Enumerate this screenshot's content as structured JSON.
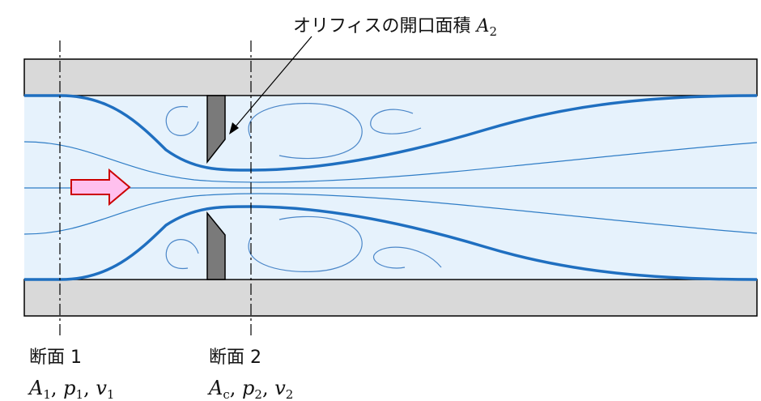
{
  "annotation": {
    "text": "オリフィスの開口面積 ",
    "symbol": "A",
    "subscript": "2"
  },
  "section1": {
    "label": "断面 1",
    "vars": [
      {
        "sym": "A",
        "sub": "1",
        "sep": ", "
      },
      {
        "sym": "p",
        "sub": "1",
        "sep": ", "
      },
      {
        "sym": "v",
        "sub": "1",
        "sep": ""
      }
    ]
  },
  "section2": {
    "label": "断面 2",
    "vars": [
      {
        "sym": "A",
        "sub": "c",
        "sep": ", "
      },
      {
        "sym": "p",
        "sub": "2",
        "sep": ", "
      },
      {
        "sym": "v",
        "sub": "2",
        "sep": ""
      }
    ]
  },
  "colors": {
    "pipe_wall": "#d9d9d9",
    "flow_region": "#e6f2fc",
    "streamline": "#2f7dc6",
    "orifice_plate": "#7a7a7a",
    "arrow_fill": "#ffc0ee",
    "arrow_stroke": "#cc0000"
  }
}
